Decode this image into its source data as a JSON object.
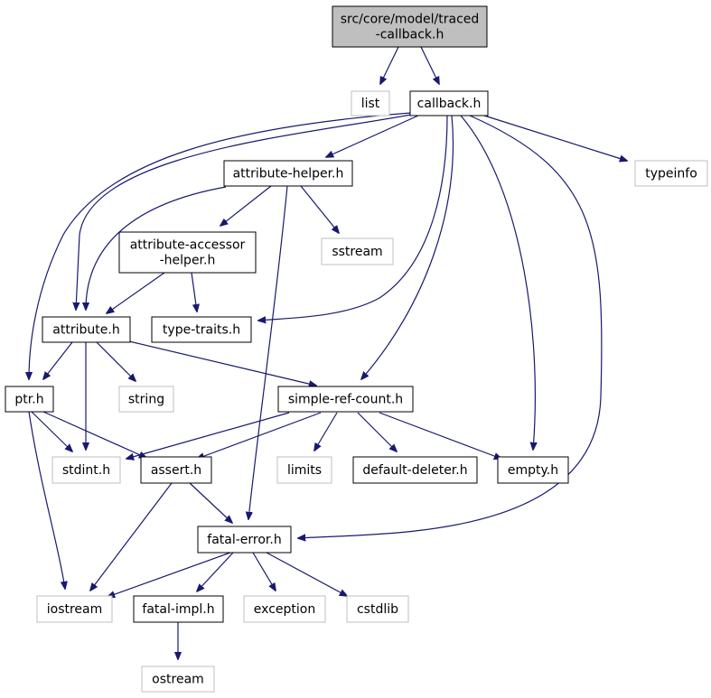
{
  "colors": {
    "edge": "#191970",
    "root_fill": "#bfbfbf",
    "root_stroke": "#000000",
    "local_stroke": "#000000",
    "system_stroke": "#bfbfbf",
    "background": "#ffffff"
  },
  "nodes": [
    {
      "id": "root",
      "lines": [
        "src/core/model/traced",
        "-callback.h"
      ],
      "kind": "root"
    },
    {
      "id": "list",
      "lines": [
        "list"
      ],
      "kind": "system"
    },
    {
      "id": "callback",
      "lines": [
        "callback.h"
      ],
      "kind": "local"
    },
    {
      "id": "typeinfo",
      "lines": [
        "typeinfo"
      ],
      "kind": "system"
    },
    {
      "id": "attribute_helper",
      "lines": [
        "attribute-helper.h"
      ],
      "kind": "local"
    },
    {
      "id": "attribute_accessor_helper",
      "lines": [
        "attribute-accessor",
        "-helper.h"
      ],
      "kind": "local"
    },
    {
      "id": "sstream",
      "lines": [
        "sstream"
      ],
      "kind": "system"
    },
    {
      "id": "attribute",
      "lines": [
        "attribute.h"
      ],
      "kind": "local"
    },
    {
      "id": "type_traits",
      "lines": [
        "type-traits.h"
      ],
      "kind": "local"
    },
    {
      "id": "ptr",
      "lines": [
        "ptr.h"
      ],
      "kind": "local"
    },
    {
      "id": "string",
      "lines": [
        "string"
      ],
      "kind": "system"
    },
    {
      "id": "simple_ref_count",
      "lines": [
        "simple-ref-count.h"
      ],
      "kind": "local"
    },
    {
      "id": "stdint",
      "lines": [
        "stdint.h"
      ],
      "kind": "system"
    },
    {
      "id": "assert",
      "lines": [
        "assert.h"
      ],
      "kind": "local"
    },
    {
      "id": "limits",
      "lines": [
        "limits"
      ],
      "kind": "system"
    },
    {
      "id": "default_deleter",
      "lines": [
        "default-deleter.h"
      ],
      "kind": "local"
    },
    {
      "id": "empty",
      "lines": [
        "empty.h"
      ],
      "kind": "local"
    },
    {
      "id": "fatal_error",
      "lines": [
        "fatal-error.h"
      ],
      "kind": "local"
    },
    {
      "id": "iostream",
      "lines": [
        "iostream"
      ],
      "kind": "system"
    },
    {
      "id": "fatal_impl",
      "lines": [
        "fatal-impl.h"
      ],
      "kind": "local"
    },
    {
      "id": "exception",
      "lines": [
        "exception"
      ],
      "kind": "system"
    },
    {
      "id": "cstdlib",
      "lines": [
        "cstdlib"
      ],
      "kind": "system"
    },
    {
      "id": "ostream",
      "lines": [
        "ostream"
      ],
      "kind": "system"
    }
  ],
  "edges": [
    {
      "from": "root",
      "to": "list"
    },
    {
      "from": "root",
      "to": "callback"
    },
    {
      "from": "callback",
      "to": "attribute_helper"
    },
    {
      "from": "callback",
      "to": "typeinfo"
    },
    {
      "from": "callback",
      "to": "attribute"
    },
    {
      "from": "callback",
      "to": "ptr"
    },
    {
      "from": "callback",
      "to": "type_traits"
    },
    {
      "from": "callback",
      "to": "simple_ref_count"
    },
    {
      "from": "callback",
      "to": "empty"
    },
    {
      "from": "callback",
      "to": "fatal_error"
    },
    {
      "from": "attribute_helper",
      "to": "attribute_accessor_helper"
    },
    {
      "from": "attribute_helper",
      "to": "sstream"
    },
    {
      "from": "attribute_helper",
      "to": "attribute"
    },
    {
      "from": "attribute_helper",
      "to": "fatal_error"
    },
    {
      "from": "attribute_accessor_helper",
      "to": "attribute"
    },
    {
      "from": "attribute_accessor_helper",
      "to": "type_traits"
    },
    {
      "from": "attribute",
      "to": "ptr"
    },
    {
      "from": "attribute",
      "to": "string"
    },
    {
      "from": "attribute",
      "to": "stdint"
    },
    {
      "from": "attribute",
      "to": "simple_ref_count"
    },
    {
      "from": "ptr",
      "to": "stdint"
    },
    {
      "from": "ptr",
      "to": "assert"
    },
    {
      "from": "ptr",
      "to": "iostream"
    },
    {
      "from": "simple_ref_count",
      "to": "stdint"
    },
    {
      "from": "simple_ref_count",
      "to": "assert"
    },
    {
      "from": "simple_ref_count",
      "to": "limits"
    },
    {
      "from": "simple_ref_count",
      "to": "default_deleter"
    },
    {
      "from": "simple_ref_count",
      "to": "empty"
    },
    {
      "from": "assert",
      "to": "iostream"
    },
    {
      "from": "assert",
      "to": "fatal_error"
    },
    {
      "from": "fatal_error",
      "to": "iostream"
    },
    {
      "from": "fatal_error",
      "to": "fatal_impl"
    },
    {
      "from": "fatal_error",
      "to": "exception"
    },
    {
      "from": "fatal_error",
      "to": "cstdlib"
    },
    {
      "from": "fatal_impl",
      "to": "ostream"
    }
  ]
}
